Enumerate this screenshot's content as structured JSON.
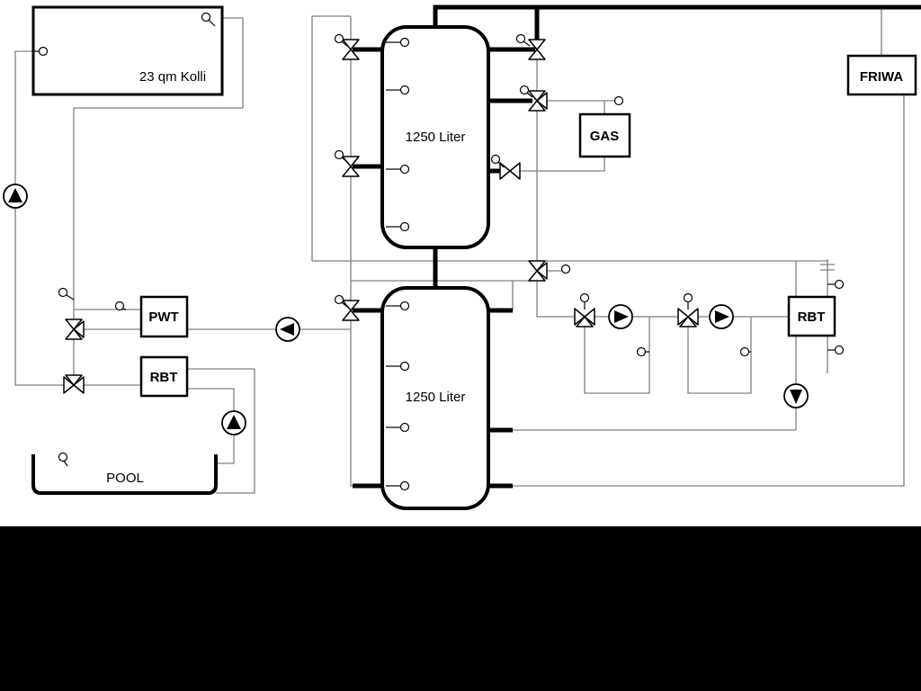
{
  "colors": {
    "background": "#ffffff",
    "pipe_line": "#808080",
    "component_stroke": "#000000",
    "footer_band": "#000000"
  },
  "labels": {
    "collector": "23 qm Kolli",
    "tank_top": "1250 Liter",
    "tank_bottom": "1250 Liter",
    "gas": "GAS",
    "friwa": "FRIWA",
    "pwt": "PWT",
    "rbt_left": "RBT",
    "rbt_right": "RBT",
    "pool": "POOL"
  },
  "components": {
    "pumps": [
      {
        "name": "solar-pump",
        "direction": "up"
      },
      {
        "name": "buffer-charge-pump",
        "direction": "left"
      },
      {
        "name": "circuit-1-pump",
        "direction": "right"
      },
      {
        "name": "circuit-2-pump",
        "direction": "right"
      },
      {
        "name": "return-pump",
        "direction": "down"
      },
      {
        "name": "pool-pump",
        "direction": "up"
      }
    ],
    "valves": [
      {
        "name": "tank1-upper-left-valve",
        "type": "2-way"
      },
      {
        "name": "tank1-lower-left-valve",
        "type": "2-way"
      },
      {
        "name": "tank2-upper-left-valve",
        "type": "2-way"
      },
      {
        "name": "tank1-top-right-valve",
        "type": "2-way"
      },
      {
        "name": "gas-mixing-valve",
        "type": "3-way"
      },
      {
        "name": "tank1-right-valve",
        "type": "2-way"
      },
      {
        "name": "distribution-mixing-valve",
        "type": "3-way"
      },
      {
        "name": "pwt-mixing-valve",
        "type": "3-way"
      },
      {
        "name": "pool-mixing-valve",
        "type": "3-way"
      },
      {
        "name": "circuit-1-mixing-valve",
        "type": "3-way"
      },
      {
        "name": "circuit-2-mixing-valve",
        "type": "3-way"
      }
    ]
  }
}
